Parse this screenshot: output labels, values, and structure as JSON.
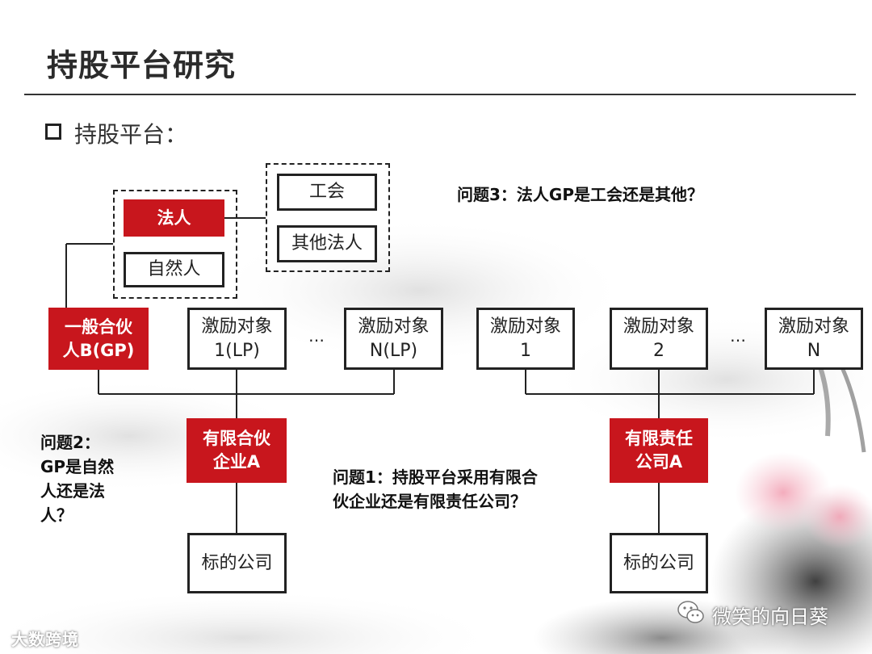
{
  "header": {
    "title": "持股平台研究"
  },
  "bullet": {
    "label": "持股平台："
  },
  "diagram": {
    "legal_person": "法人",
    "natural_person": "自然人",
    "union": "工会",
    "other_legal_person": "其他法人",
    "gp": "一般合伙\n人B(GP)",
    "lp_1": "激励对象\n1(LP)",
    "lp_n": "激励对象\nN(LP)",
    "obj_1": "激励对象\n1",
    "obj_2": "激励对象\n2",
    "obj_n": "激励对象\nN",
    "ellipsis": "…",
    "lp_company": "有限合伙\n企业A",
    "ltd_company": "有限责任\n公司A",
    "target_left": "标的公司",
    "target_right": "标的公司"
  },
  "questions": {
    "q1": "问题1：持股平台采用有限合\n伙企业还是有限责任公司？",
    "q2": "问题2：\nGP是自然\n人还是法\n人？",
    "q3": "问题3：法人GP是工会还是其他？"
  },
  "watermarks": {
    "left": "大数跨境",
    "right": "微笑的向日葵"
  },
  "colors": {
    "accent_red": "#c8161d",
    "line": "#222222"
  }
}
